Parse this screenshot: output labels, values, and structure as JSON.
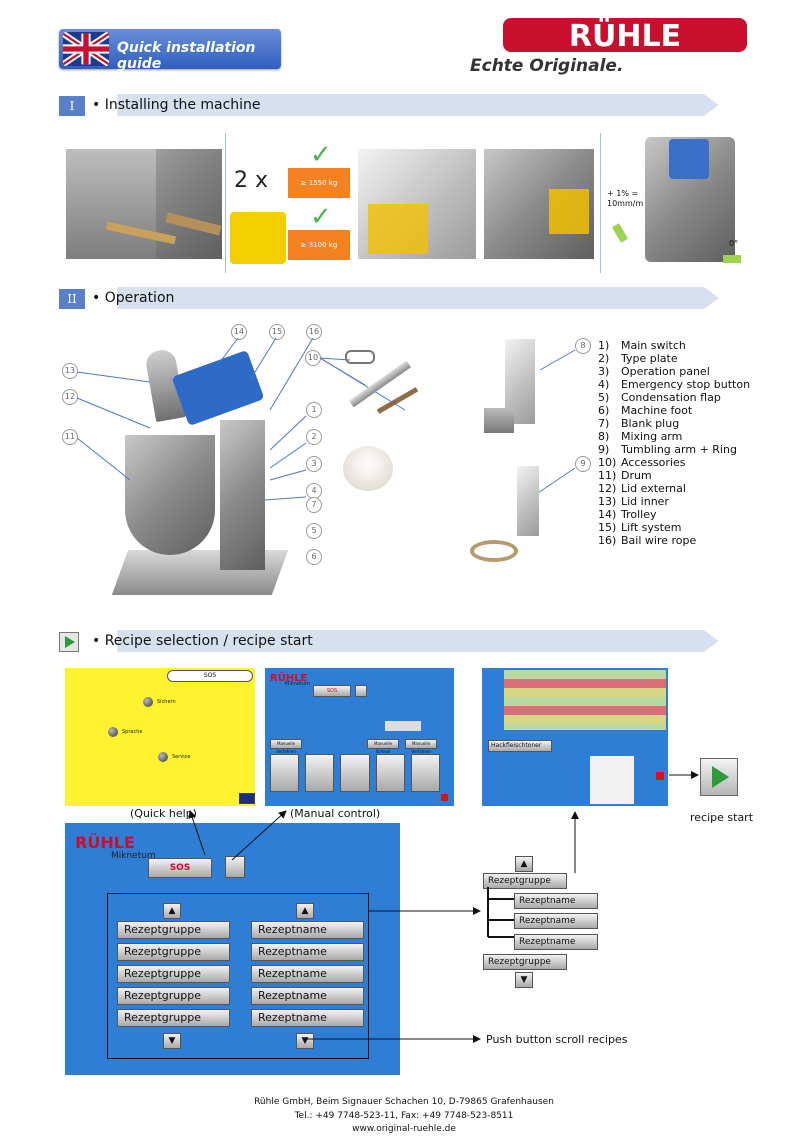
{
  "header": {
    "guide_title": "Quick installation guide",
    "brand": "RÜHLE",
    "tagline": "Echte Originale.",
    "brand_color": "#c8102e"
  },
  "sections": [
    {
      "number": "I",
      "title": "• Installing the machine"
    },
    {
      "number": "II",
      "title": "• Operation"
    },
    {
      "number": "",
      "title": "• Recipe selection / recipe start"
    }
  ],
  "install": {
    "count": "2 x",
    "load1": "≥ 1550 kg",
    "load2": "≥ 3100 kg",
    "tilt_label": "+ 1% =\n10mm/m",
    "angle_label": "0°"
  },
  "callouts": [
    "14",
    "15",
    "16",
    "13",
    "12",
    "11",
    "10",
    "1",
    "2",
    "3",
    "4",
    "5",
    "6",
    "7",
    "8",
    "9"
  ],
  "parts": [
    {
      "n": "1)",
      "label": "Main switch"
    },
    {
      "n": "2)",
      "label": "Type plate"
    },
    {
      "n": "3)",
      "label": "Operation panel"
    },
    {
      "n": "4)",
      "label": "Emergency stop button"
    },
    {
      "n": "5)",
      "label": "Condensation  flap"
    },
    {
      "n": "6)",
      "label": "Machine foot"
    },
    {
      "n": "7)",
      "label": "Blank plug"
    },
    {
      "n": "8)",
      "label": "Mixing arm"
    },
    {
      "n": "9)",
      "label": "Tumbling arm + Ring"
    },
    {
      "n": "10)",
      "label": "Accessories"
    },
    {
      "n": "11)",
      "label": "Drum"
    },
    {
      "n": "12)",
      "label": "Lid external"
    },
    {
      "n": "13)",
      "label": "Lid inner"
    },
    {
      "n": "14)",
      "label": "Trolley"
    },
    {
      "n": "15)",
      "label": "Lift system"
    },
    {
      "n": "16)",
      "label": "Bail wire rope"
    }
  ],
  "help_screen": {
    "sos": "SOS",
    "items": [
      "Sichern",
      "Sprache",
      "Service"
    ]
  },
  "manual_screen": {
    "brand": "RÜHLE",
    "sub": "Miknetum",
    "sos": "SOS",
    "buttons": [
      "Manuelle Verfahren",
      "Manuelle Schnell",
      "Manuelle Verfahren"
    ]
  },
  "labels": {
    "quick_help": "(Quick help)",
    "manual_control": "(Manual control)",
    "recipe_start": "recipe start",
    "push_button": "Push button scroll recipes"
  },
  "main_screen": {
    "brand": "RÜHLE",
    "sub": "Miknetum",
    "sos": "SOS",
    "groups": [
      "Rezeptgruppe",
      "Rezeptgruppe",
      "Rezeptgruppe",
      "Rezeptgruppe",
      "Rezeptgruppe"
    ],
    "names": [
      "Rezeptname",
      "Rezeptname",
      "Rezeptname",
      "Rezeptname",
      "Rezeptname"
    ]
  },
  "tree": {
    "group_top": "Rezeptgruppe",
    "names": [
      "Rezeptname",
      "Rezeptname",
      "Rezeptname"
    ],
    "group_bottom": "Rezeptgruppe"
  },
  "program_screen": {
    "recipe_name": "Hackfleischtoner"
  },
  "footer": {
    "line1": "Rühle GmbH, Beim Signauer Schachen 10, D-79865 Grafenhausen",
    "line2": "Tel.: +49 7748-523-11, Fax: +49 7748-523-8511",
    "line3": "www.original-ruehle.de"
  }
}
